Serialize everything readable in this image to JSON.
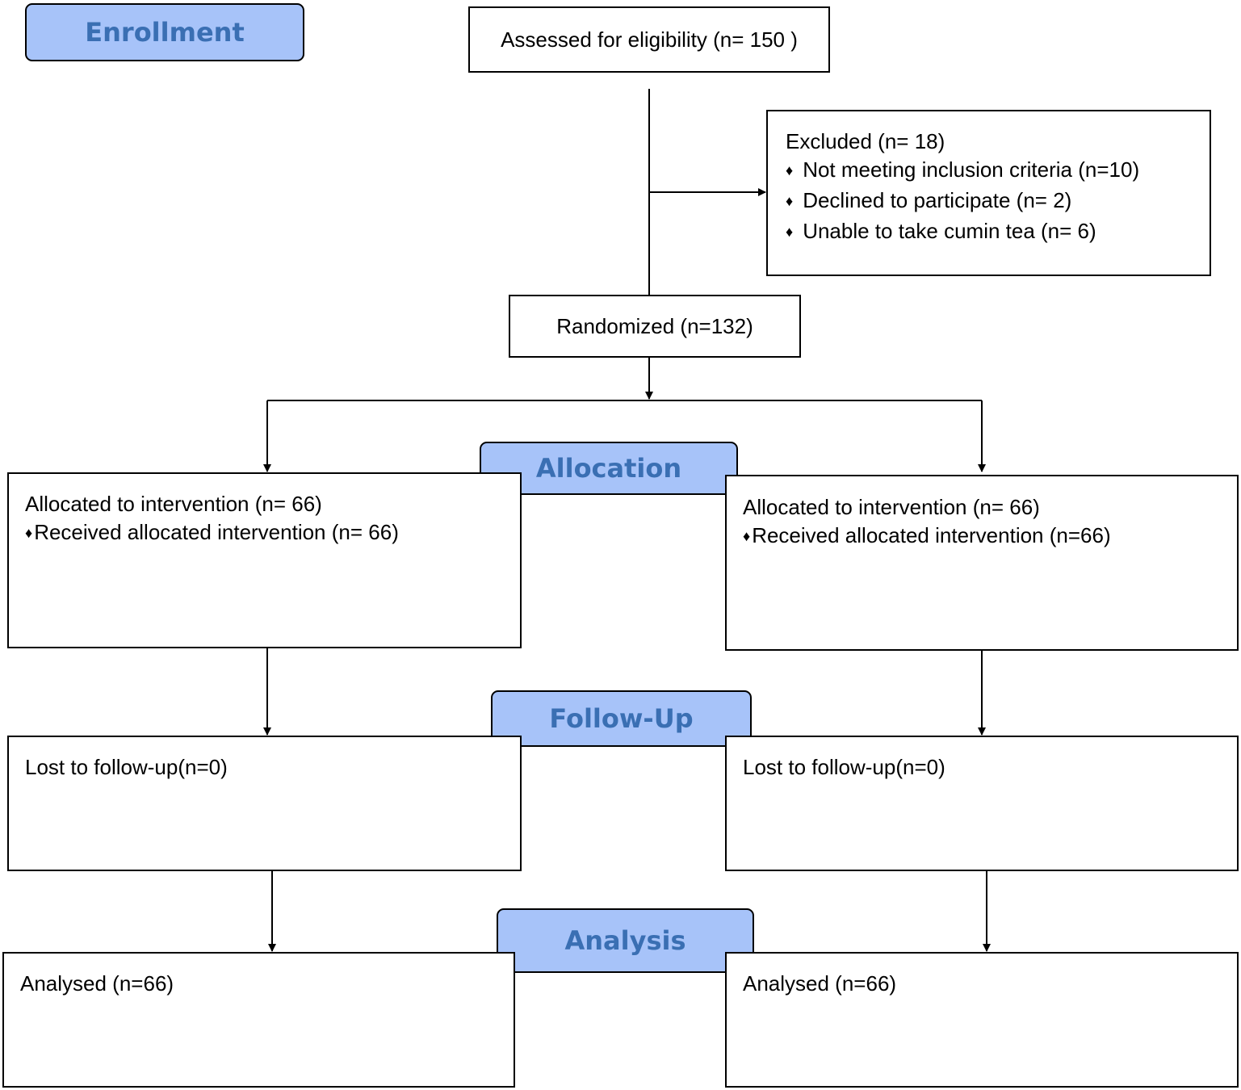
{
  "stages": {
    "enrollment": "Enrollment",
    "allocation": "Allocation",
    "follow_up": "Follow-Up",
    "analysis": "Analysis"
  },
  "assessed": "Assessed for eligibility (n= 150 )",
  "excluded": {
    "title": "Excluded (n= 18)",
    "items": [
      "Not meeting inclusion criteria (n=10)",
      "Declined to participate (n= 2)",
      "Unable to take cumin tea (n= 6)"
    ]
  },
  "randomized": "Randomized (n=132)",
  "left_arm": {
    "allocated": "Allocated to intervention (n= 66)",
    "received": "Received allocated intervention (n= 66)",
    "lost": "Lost to follow-up(n=0)",
    "analysed": "Analysed (n=66)"
  },
  "right_arm": {
    "allocated": "Allocated to intervention (n= 66)",
    "received": "Received allocated intervention (n=66)",
    "lost": "Lost to follow-up(n=0)",
    "analysed": "Analysed (n=66)"
  },
  "bullet_icon": "diamond-bullet",
  "colors": {
    "stage_fill": "#a7c3f9",
    "stage_text": "#3a6fb3"
  }
}
